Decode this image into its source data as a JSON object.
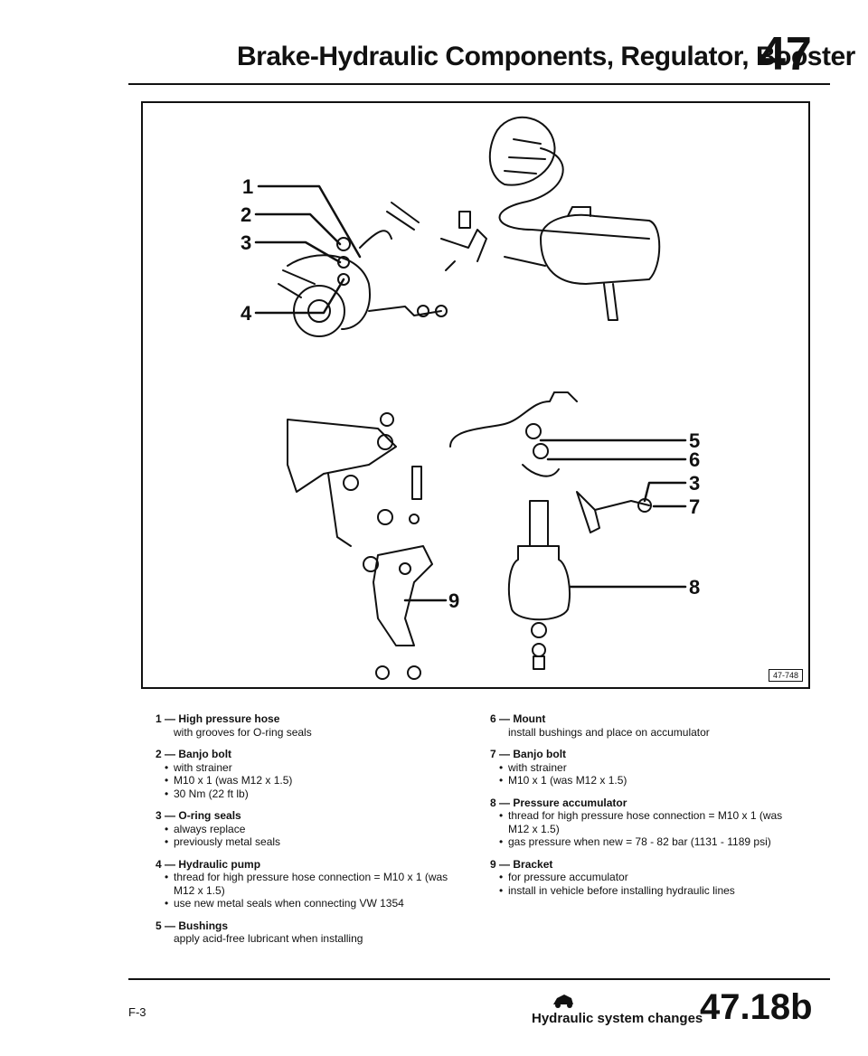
{
  "header": {
    "title": "Brake-Hydraulic Components, Regulator, Booster",
    "chapter": "47"
  },
  "figure": {
    "code": "47-748",
    "labels": [
      "1",
      "2",
      "3",
      "4",
      "5",
      "6",
      "3",
      "7",
      "8",
      "9"
    ]
  },
  "legend": {
    "left": [
      {
        "num": "1",
        "title": "High pressure hose",
        "notes": [
          "with grooves for O-ring seals"
        ],
        "bullets": []
      },
      {
        "num": "2",
        "title": "Banjo bolt",
        "notes": [],
        "bullets": [
          "with strainer",
          "M10 x 1 (was M12 x 1.5)",
          "30 Nm (22 ft lb)"
        ]
      },
      {
        "num": "3",
        "title": "O-ring seals",
        "notes": [],
        "bullets": [
          "always replace",
          "previously metal seals"
        ]
      },
      {
        "num": "4",
        "title": "Hydraulic pump",
        "notes": [],
        "bullets": [
          "thread for high pressure hose connection = M10 x 1 (was M12 x 1.5)",
          "use new metal seals when connecting VW 1354"
        ]
      },
      {
        "num": "5",
        "title": "Bushings",
        "notes": [
          "apply acid-free lubricant when installing"
        ],
        "bullets": []
      }
    ],
    "right": [
      {
        "num": "6",
        "title": "Mount",
        "notes": [
          "install bushings and place on accumulator"
        ],
        "bullets": []
      },
      {
        "num": "7",
        "title": "Banjo bolt",
        "notes": [],
        "bullets": [
          "with strainer",
          "M10 x 1 (was M12 x 1.5)"
        ]
      },
      {
        "num": "8",
        "title": "Pressure accumulator",
        "notes": [],
        "bullets": [
          "thread for high pressure hose connection = M10 x 1 (was M12 x 1.5)",
          "gas pressure when new = 78 - 82 bar (1131 - 1189 psi)"
        ]
      },
      {
        "num": "9",
        "title": "Bracket",
        "notes": [],
        "bullets": [
          "for pressure accumulator",
          "install in vehicle before installing hydraulic lines"
        ]
      }
    ]
  },
  "footer": {
    "page_id": "F-3",
    "caption": "Hydraulic system changes",
    "page_number": "47.18b"
  }
}
